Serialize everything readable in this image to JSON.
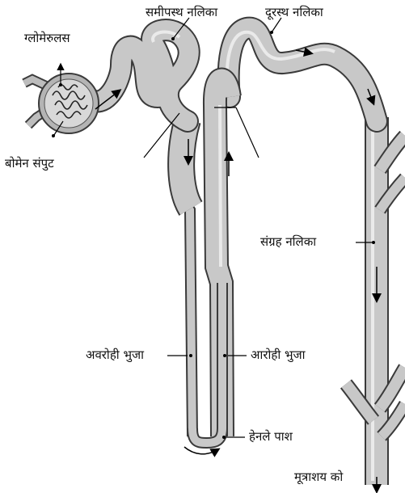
{
  "labels": {
    "glomerulus": "ग्लोमेरुलस",
    "bowman_capsule": "बोमेन संपुट",
    "proximal_tubule": "समीपस्थ नलिका",
    "distal_tubule": "दूरस्थ नलिका",
    "collecting_duct": "संग्रह नलिका",
    "descending_limb": "अवरोही भुजा",
    "ascending_limb": "आरोही भुजा",
    "henle_loop": "हेनले पाश",
    "to_bladder": "मूत्राशय को"
  },
  "colors": {
    "tube_fill": "#c8c8c8",
    "tube_outline": "#3a3a3a",
    "tube_highlight": "#f2f2f2",
    "capsule_fill": "#b4b4b4",
    "arrow": "#000000",
    "text": "#111111"
  }
}
